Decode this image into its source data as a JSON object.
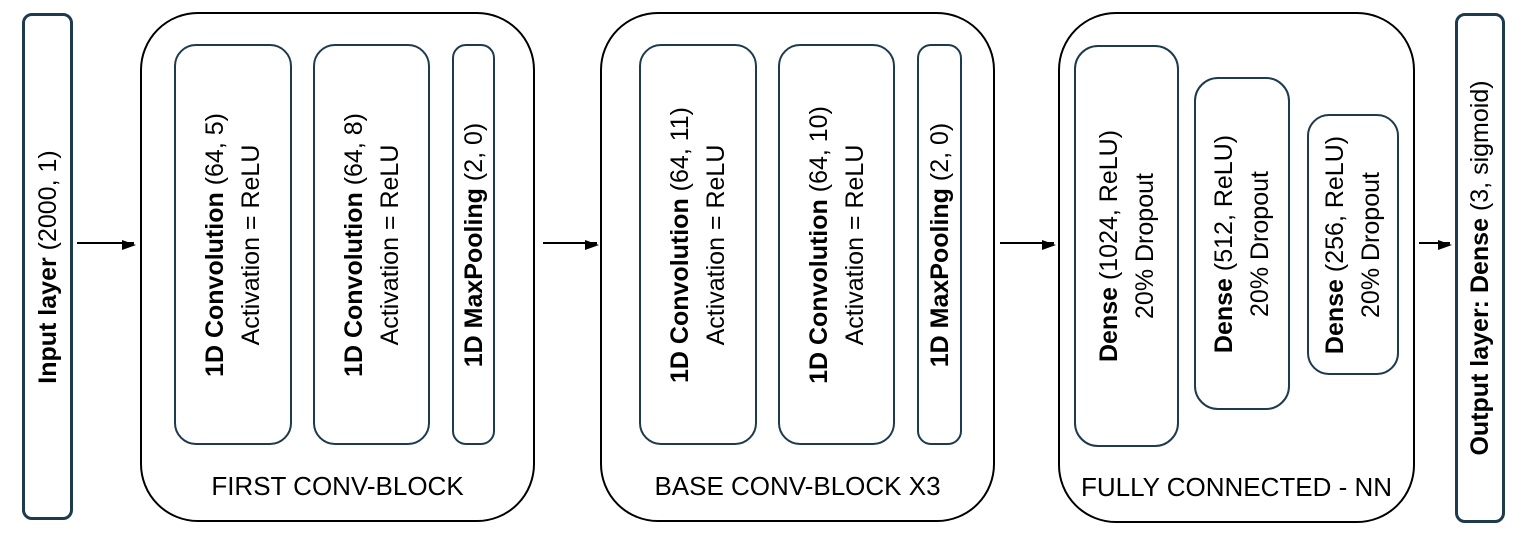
{
  "diagram": {
    "input_layer": {
      "bold": "Input layer",
      "detail": " (2000, 1)"
    },
    "blocks": [
      {
        "label": "FIRST CONV-BLOCK",
        "layers": [
          {
            "bold": "1D Convolution",
            "detail": " (64, 5)",
            "line2": "Activation = ReLU"
          },
          {
            "bold": "1D Convolution",
            "detail": " (64, 8)",
            "line2": "Activation = ReLU"
          },
          {
            "bold": "1D MaxPooling",
            "detail": " (2, 0)"
          }
        ]
      },
      {
        "label": "BASE CONV-BLOCK X3",
        "layers": [
          {
            "bold": "1D Convolution",
            "detail": " (64, 11)",
            "line2": "Activation = ReLU"
          },
          {
            "bold": "1D Convolution",
            "detail": " (64, 10)",
            "line2": "Activation = ReLU"
          },
          {
            "bold": "1D MaxPooling",
            "detail": " (2, 0)"
          }
        ]
      },
      {
        "label": "FULLY CONNECTED - NN",
        "layers": [
          {
            "bold": "Dense",
            "detail": " (1024, ReLU)",
            "line2": "20% Dropout"
          },
          {
            "bold": "Dense",
            "detail": " (512, ReLU)",
            "line2": "20% Dropout"
          },
          {
            "bold": "Dense",
            "detail": " (256, ReLU)",
            "line2": "20% Dropout"
          }
        ]
      }
    ],
    "output_layer": {
      "bold": "Output layer: Dense",
      "detail": " (3, sigmoid)"
    },
    "colors": {
      "outer_block_border": "#000000",
      "inner_box_border": "#1e3a4d",
      "background": "#ffffff",
      "text": "#000000"
    }
  }
}
